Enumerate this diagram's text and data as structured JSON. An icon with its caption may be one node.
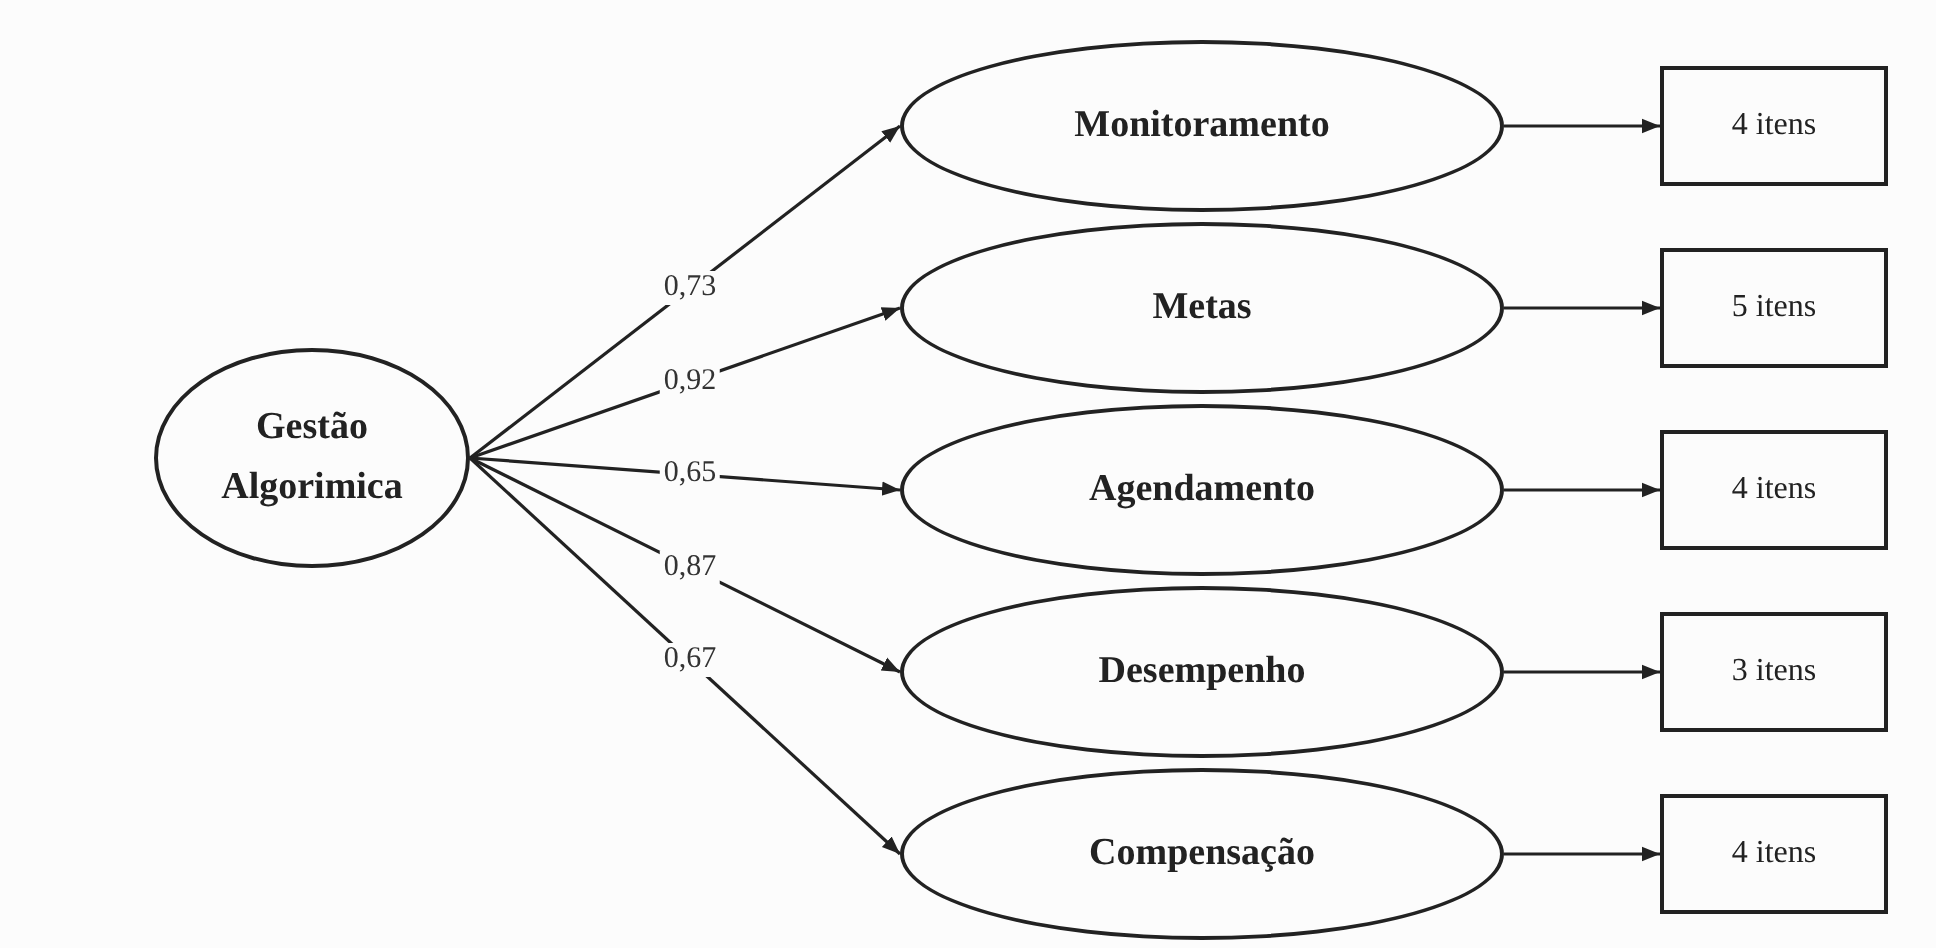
{
  "diagram": {
    "nodes": [
      {
        "text": [
          "Gestão Algorimica"
        ]
      },
      {
        "text": [
          "Monitoramento"
        ]
      },
      {
        "text": [
          "Metas"
        ]
      },
      {
        "text": [
          "Agendamento"
        ]
      },
      {
        "text": [
          "Desempenho"
        ]
      },
      {
        "text": [
          "Compensação"
        ]
      },
      {
        "text": [
          "4 itens"
        ]
      },
      {
        "text": [
          "5 itens"
        ]
      },
      {
        "text": [
          "4 itens"
        ]
      },
      {
        "text": [
          "3 itens"
        ]
      },
      {
        "text": [
          "4 itens"
        ]
      }
    ],
    "edges": [
      {
        "from": 0,
        "to": 1,
        "arrow": "to",
        "label": "0,73"
      },
      {
        "from": 0,
        "to": 2,
        "arrow": "to",
        "label": "0,92"
      },
      {
        "from": 0,
        "to": 3,
        "arrow": "to",
        "label": "0,65"
      },
      {
        "from": 0,
        "to": 4,
        "arrow": "to",
        "label": "0,87"
      },
      {
        "from": 0,
        "to": 5,
        "arrow": "to",
        "label": "0,67"
      },
      {
        "from": 1,
        "to": 6,
        "arrow": "to"
      },
      {
        "from": 2,
        "to": 7,
        "arrow": "to"
      },
      {
        "from": 3,
        "to": 8,
        "arrow": "to"
      },
      {
        "from": 4,
        "to": 9,
        "arrow": "to"
      },
      {
        "from": 5,
        "to": 10,
        "arrow": "to"
      }
    ]
  }
}
